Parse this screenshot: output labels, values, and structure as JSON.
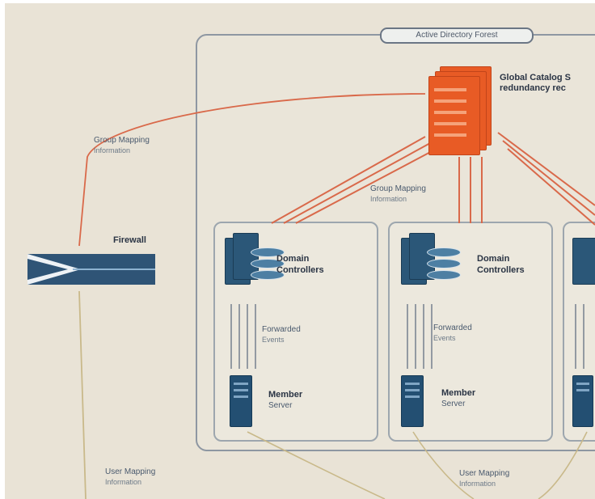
{
  "diagram": {
    "forest_label": "Active Directory Forest",
    "global_catalog": {
      "line1": "Global Catalog S",
      "line2": "redundancy rec"
    },
    "firewall_label": "Firewall",
    "group_mapping_left": {
      "line1": "Group Mapping",
      "line2": "Information"
    },
    "group_mapping_center": {
      "line1": "Group Mapping",
      "line2": "Information"
    },
    "sites": [
      {
        "dc_line1": "Domain",
        "dc_line2": "Controllers",
        "fwd_line1": "Forwarded",
        "fwd_line2": "Events",
        "member_line1": "Member",
        "member_line2": "Server"
      },
      {
        "dc_line1": "Domain",
        "dc_line2": "Controllers",
        "fwd_line1": "Forwarded",
        "fwd_line2": "Events",
        "member_line1": "Member",
        "member_line2": "Server"
      }
    ],
    "user_mapping_left": {
      "line1": "User Mapping",
      "line2": "Information"
    },
    "user_mapping_center": {
      "line1": "User Mapping",
      "line2": "Information"
    },
    "colors": {
      "global_catalog": "#e85b25",
      "server_blue": "#2b5778",
      "arrow_red": "#d9694a",
      "wire_gray": "#7d8793",
      "user_mapping_wire": "#c9b98a"
    }
  }
}
